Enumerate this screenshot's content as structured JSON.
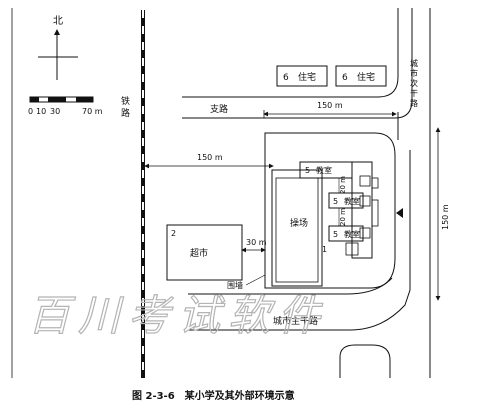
{
  "compass": {
    "north": "北"
  },
  "scale_bar": {
    "labels": [
      "0",
      "10",
      "30",
      "70 m"
    ]
  },
  "railway": {
    "label": "铁路"
  },
  "roads": {
    "branch": "支路",
    "secondary": "城市次干路",
    "main": "城市主干路"
  },
  "dimensions": {
    "branch_dist": "150 m",
    "rail_dist": "150 m",
    "secondary_dist": "150 m",
    "supermarket_dist": "30 m",
    "building_gap_a": "20 m",
    "building_gap_b": "20 m"
  },
  "residences": [
    {
      "num": "6",
      "label": "住宅"
    },
    {
      "num": "6",
      "label": "住宅"
    }
  ],
  "classrooms": [
    {
      "num": "5",
      "label": "教室"
    },
    {
      "num": "5",
      "label": "教室"
    },
    {
      "num": "5",
      "label": "教室"
    }
  ],
  "extras": {
    "small_num": "1"
  },
  "playground": {
    "label": "操场"
  },
  "supermarket": {
    "num": "2",
    "label": "超市"
  },
  "fence": {
    "label": "围墙"
  },
  "watermark": "百川考试软件",
  "caption": "图 2-3-6　某小学及其外部环境示意",
  "colors": {
    "ink": "#111111",
    "watermark": "#b4b4b4"
  }
}
